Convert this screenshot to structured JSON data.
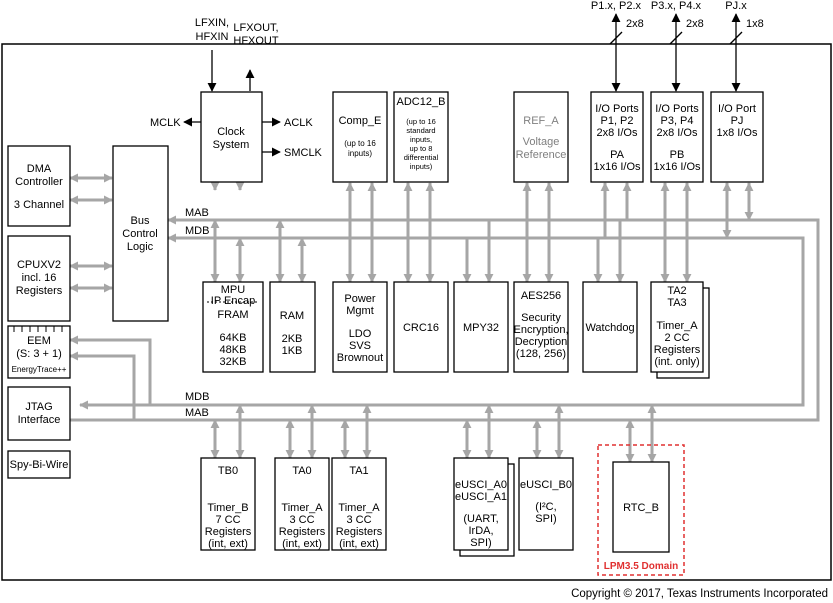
{
  "diagram": {
    "copyright": "Copyright © 2017, Texas Instruments Incorporated",
    "colors": {
      "bus": "#a6a6a6",
      "lpm_border": "#e03030",
      "lpm_text": "#e03030",
      "ref_gray": "#7f7f7f"
    },
    "external": {
      "lfxin": [
        "LFXIN,",
        "HFXIN"
      ],
      "lfxout": [
        "LFXOUT,",
        "HFXOUT"
      ],
      "p12": "P1.x, P2.x",
      "p34": "P3.x, P4.x",
      "pj": "PJ.x",
      "bw_2x8_a": "2x8",
      "bw_2x8_b": "2x8",
      "bw_1x8": "1x8"
    },
    "clocks": {
      "mclk": "MCLK",
      "aclk": "ACLK",
      "smclk": "SMCLK"
    },
    "buses": {
      "mab_top": "MAB",
      "mdb_top": "MDB",
      "mdb_bot": "MDB",
      "mab_bot": "MAB"
    },
    "blocks": {
      "dma": [
        "DMA",
        "Controller",
        "",
        "3 Channel"
      ],
      "bus_ctrl": [
        "Bus",
        "Control",
        "Logic"
      ],
      "cpu": [
        "CPUXV2",
        "incl. 16",
        "Registers"
      ],
      "eem": [
        "EEM",
        "(S: 3 + 1)"
      ],
      "energy": "EnergyTrace++",
      "jtag": [
        "JTAG",
        "Interface"
      ],
      "sbw": "Spy-Bi-Wire",
      "clock": [
        "Clock",
        "System"
      ],
      "comp": [
        "Comp_E",
        "(up to 16",
        "inputs)"
      ],
      "adc": [
        "ADC12_B",
        "(up to 16",
        "standard",
        "inputs,",
        "up to 8",
        "differential",
        "inputs)"
      ],
      "ref": [
        "REF_A",
        "Voltage",
        "Reference"
      ],
      "io_pa": [
        "I/O Ports",
        "P1, P2",
        "2x8 I/Os",
        "",
        "PA",
        "1x16 I/Os"
      ],
      "io_pb": [
        "I/O Ports",
        "P3, P4",
        "2x8 I/Os",
        "",
        "PB",
        "1x16 I/Os"
      ],
      "io_pj": [
        "I/O Port",
        "PJ",
        "1x8 I/Os"
      ],
      "mpu": [
        "MPU",
        "IP Encap",
        "FRAM",
        "",
        "64KB",
        "48KB",
        "32KB"
      ],
      "ram": [
        "RAM",
        "",
        "2KB",
        "1KB"
      ],
      "power": [
        "Power",
        "Mgmt",
        "",
        "LDO",
        "SVS",
        "Brownout"
      ],
      "crc": "CRC16",
      "mpy": "MPY32",
      "aes": [
        "AES256",
        "",
        "Security",
        "Encryption,",
        "Decryption",
        "(128, 256)"
      ],
      "wdt": "Watchdog",
      "ta23": [
        "TA2",
        "TA3",
        "",
        "Timer_A",
        "2 CC",
        "Registers",
        "(int. only)"
      ],
      "tb0": [
        "TB0",
        "",
        "Timer_B",
        "7 CC",
        "Registers",
        "(int, ext)"
      ],
      "ta0": [
        "TA0",
        "",
        "Timer_A",
        "3 CC",
        "Registers",
        "(int, ext)"
      ],
      "ta1": [
        "TA1",
        "",
        "Timer_A",
        "3 CC",
        "Registers",
        "(int, ext)"
      ],
      "uscia": [
        "eUSCI_A0",
        "eUSCI_A1",
        "",
        "(UART,",
        "IrDA,",
        "SPI)"
      ],
      "uscib": [
        "eUSCI_B0",
        "",
        "(I²C,",
        "SPI)"
      ],
      "rtc": "RTC_B",
      "lpm": "LPM3.5 Domain"
    }
  }
}
